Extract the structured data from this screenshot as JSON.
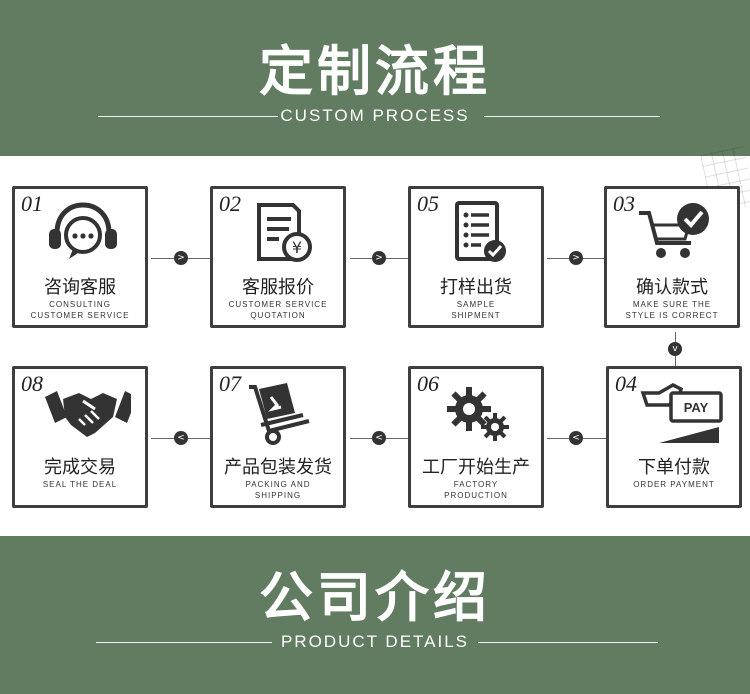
{
  "header": {
    "title": "定制流程",
    "subtitle": "CUSTOM PROCESS"
  },
  "footer": {
    "title": "公司介绍",
    "subtitle": "PRODUCT DETAILS"
  },
  "steps": [
    {
      "num": "01",
      "cn": "咨询客服",
      "en1": "CONSULTING",
      "en2": "CUSTOMER SERVICE",
      "icon": "headset-chat-icon"
    },
    {
      "num": "02",
      "cn": "客服报价",
      "en1": "CUSTOMER SERVICE",
      "en2": "QUOTATION",
      "icon": "yen-document-icon"
    },
    {
      "num": "05",
      "cn": "打样出货",
      "en1": "SAMPLE",
      "en2": "SHIPMENT",
      "icon": "checklist-icon"
    },
    {
      "num": "03",
      "cn": "确认款式",
      "en1": "MAKE SURE THE",
      "en2": "STYLE IS CORRECT",
      "icon": "cart-check-icon"
    },
    {
      "num": "08",
      "cn": "完成交易",
      "en1": "SEAL THE DEAL",
      "en2": "",
      "icon": "handshake-icon"
    },
    {
      "num": "07",
      "cn": "产品包装发货",
      "en1": "PACKING AND",
      "en2": "SHIPPING",
      "icon": "hand-truck-icon"
    },
    {
      "num": "06",
      "cn": "工厂开始生产",
      "en1": "FACTORY",
      "en2": "PRODUCTION",
      "icon": "gears-icon"
    },
    {
      "num": "04",
      "cn": "下单付款",
      "en1": "ORDER PAYMENT",
      "en2": "",
      "icon": "pay-card-icon"
    }
  ],
  "arrows": {
    "right": ">",
    "left": "<",
    "down": "v"
  },
  "colors": {
    "band": "#617c61",
    "border": "#3e3e3e",
    "icon": "#333333"
  }
}
